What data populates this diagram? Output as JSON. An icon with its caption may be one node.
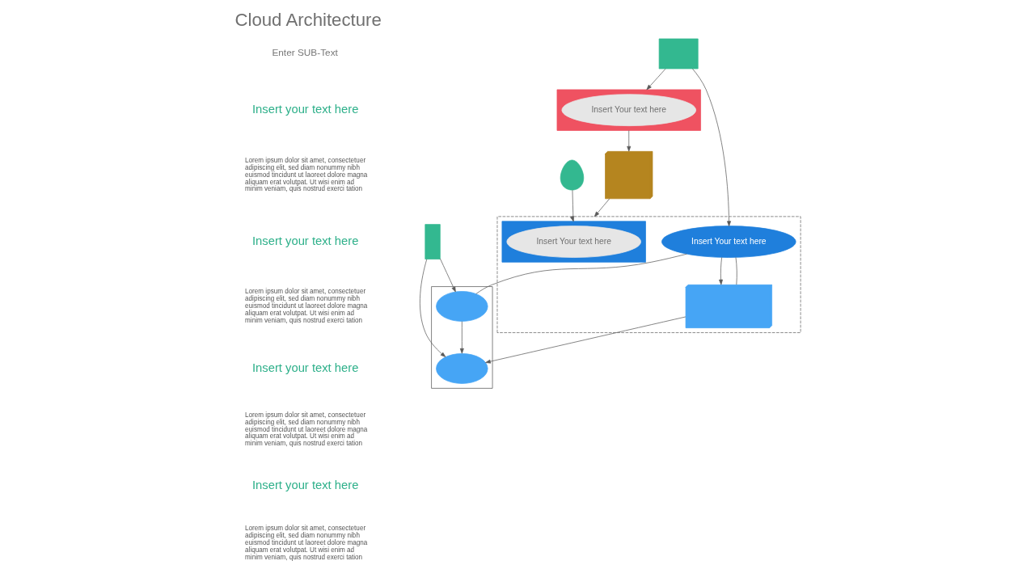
{
  "diagram": {
    "title": "Cloud Architecture",
    "nodes": [
      {
        "text": [],
        "shape": "box"
      },
      {
        "text": [
          "Insert Your text here"
        ],
        "in": 0
      },
      {
        "text": [],
        "shape": "binders"
      },
      {
        "text": [],
        "shape": "box"
      },
      {
        "text": [],
        "shape": "cloud",
        "in": 3
      },
      {
        "text": [],
        "shape": "person"
      },
      {
        "text": [],
        "shape": "monitor"
      },
      {
        "text": [],
        "shape": "tower"
      },
      {
        "text": [],
        "shape": "box"
      },
      {
        "text": [],
        "shape": "box",
        "in": 8
      },
      {
        "text": [
          "Insert Your text here"
        ],
        "in": 9
      },
      {
        "text": [
          "Insert Your text here"
        ],
        "in": 8
      },
      {
        "text": [],
        "shape": "server",
        "in": 8
      },
      {
        "text": [],
        "shape": "cloud",
        "in": 3
      }
    ],
    "edges": [
      {
        "from": 0,
        "to": 2,
        "arrow": "to"
      },
      {
        "from": 2,
        "to": 8,
        "arrow": "to"
      },
      {
        "from": 6,
        "to": 0,
        "arrow": "to"
      },
      {
        "from": 7,
        "to": 4,
        "arrow": "to"
      },
      {
        "from": 11,
        "to": 4,
        "arrow": "none"
      },
      {
        "from": 5,
        "to": 9,
        "arrow": "to"
      },
      {
        "from": 6,
        "to": 11,
        "arrow": "to"
      },
      {
        "from": 7,
        "to": 13,
        "arrow": "to"
      },
      {
        "from": 4,
        "to": 13,
        "arrow": "to"
      },
      {
        "from": 11,
        "to": 12,
        "arrow": "to"
      },
      {
        "from": 11,
        "to": 12,
        "arrow": "none"
      },
      {
        "from": 12,
        "to": 13,
        "arrow": "to"
      }
    ],
    "labels": [
      "Enter SUB-Text",
      "Insert your text here",
      "Lorem ipsum dolor sit amet, consectetuer adipiscing elit, sed diam nonummy nibh euismod tincidunt ut laoreet dolore magna aliquam erat volutpat. Ut wisi enim ad minim veniam, quis nostrud exerci tation",
      "Insert your text here",
      "Lorem ipsum dolor sit amet, consectetuer adipiscing elit, sed diam nonummy nibh euismod tincidunt ut laoreet dolore magna aliquam erat volutpat. Ut wisi enim ad minim veniam, quis nostrud exerci tation",
      "Insert your text here",
      "Lorem ipsum dolor sit amet, consectetuer adipiscing elit, sed diam nonummy nibh euismod tincidunt ut laoreet dolore magna aliquam erat volutpat. Ut wisi enim ad minim veniam, quis nostrud exerci tation",
      "Insert your text here",
      "Lorem ipsum dolor sit amet, consectetuer adipiscing elit, sed diam nonummy nibh euismod tincidunt ut laoreet dolore magna aliquam erat volutpat. Ut wisi enim ad minim veniam, quis nostrud exerci tation"
    ]
  }
}
